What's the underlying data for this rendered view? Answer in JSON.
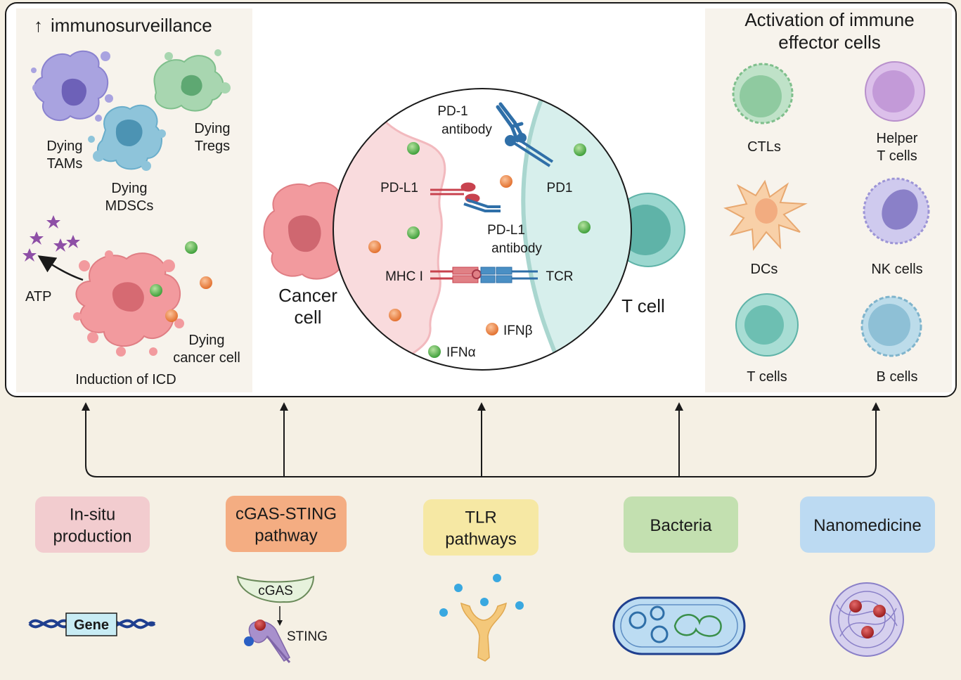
{
  "left_panel": {
    "title_arrow": "↑",
    "title": "immunosurveillance",
    "dying_tams": [
      "Dying",
      "TAMs"
    ],
    "dying_tregs": [
      "Dying",
      "Tregs"
    ],
    "dying_mdscs": [
      "Dying",
      "MDSCs"
    ],
    "atp": "ATP",
    "dying_cancer_cell": [
      "Dying",
      "cancer cell"
    ],
    "induction": "Induction of ICD"
  },
  "center": {
    "cancer_cell": [
      "Cancer",
      "cell"
    ],
    "t_cell": "T cell",
    "pd1_antibody": [
      "PD-1",
      "antibody"
    ],
    "pdl1": "PD-L1",
    "pd1": "PD1",
    "pdl1_antibody": [
      "PD-L1",
      "antibody"
    ],
    "mhc": "MHC I",
    "tcr": "TCR",
    "ifnb": "IFNβ",
    "ifna": "IFNα"
  },
  "right_panel": {
    "title": [
      "Activation of immune",
      "effector cells"
    ],
    "ctls": "CTLs",
    "helper": [
      "Helper",
      "T cells"
    ],
    "dcs": "DCs",
    "nk": "NK cells",
    "tcells": "T cells",
    "bcells": "B cells"
  },
  "sources": [
    {
      "lines": [
        "In-situ",
        "production"
      ],
      "color": "#f2cccf"
    },
    {
      "lines": [
        "cGAS-STING",
        "pathway"
      ],
      "color": "#f4ad82"
    },
    {
      "lines": [
        "TLR",
        "pathways"
      ],
      "color": "#f6e8a4"
    },
    {
      "lines": [
        "Bacteria"
      ],
      "color": "#c3e0b0"
    },
    {
      "lines": [
        "Nanomedicine"
      ],
      "color": "#bcdaf2"
    }
  ],
  "bottom_icons": {
    "gene": "Gene",
    "cgas": "cGAS",
    "sting": "STING"
  }
}
